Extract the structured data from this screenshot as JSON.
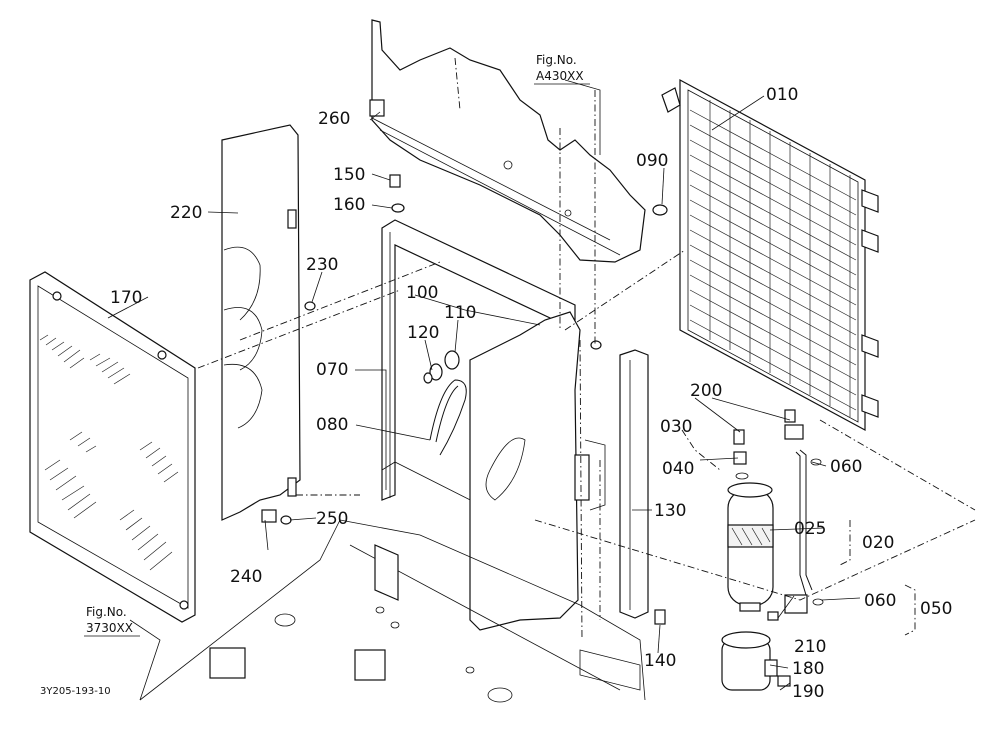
{
  "diagram": {
    "part_labels": [
      "010",
      "020",
      "025",
      "030",
      "040",
      "050",
      "060",
      "060",
      "070",
      "080",
      "090",
      "100",
      "110",
      "120",
      "130",
      "140",
      "150",
      "160",
      "170",
      "180",
      "190",
      "200",
      "210",
      "220",
      "230",
      "240",
      "250",
      "260"
    ],
    "figure_refs": [
      {
        "prefix": "Fig.No.",
        "code": "A430XX"
      },
      {
        "prefix": "Fig.No.",
        "code": "3730XX"
      }
    ],
    "drawing_code": "3Y205-193-10"
  }
}
